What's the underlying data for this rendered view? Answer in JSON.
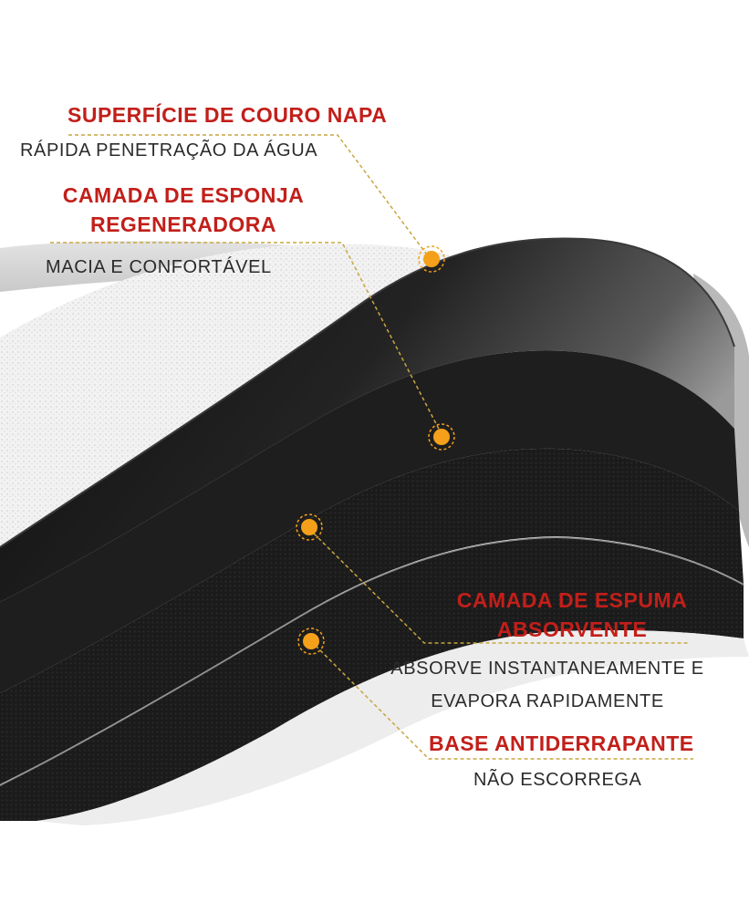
{
  "layers": [
    {
      "title_lines": [
        "SUPERFÍCIE DE COURO NAPA"
      ],
      "description_lines": [
        "RÁPIDA PENETRAÇÃO DA ÁGUA"
      ]
    },
    {
      "title_lines": [
        "CAMADA DE ESPONJA",
        "REGENERADORA"
      ],
      "description_lines": [
        "MACIA E CONFORTÁVEL"
      ]
    },
    {
      "title_lines": [
        "CAMADA DE ESPUMA",
        "ABSORVENTE"
      ],
      "description_lines": [
        "ABSORVE INSTANTANEAMENTE E",
        "EVAPORA RAPIDAMENTE"
      ]
    },
    {
      "title_lines": [
        "BASE ANTIDERRAPANTE"
      ],
      "description_lines": [
        "NÃO ESCORREGA"
      ]
    }
  ],
  "colors": {
    "title": "#c21f1a",
    "marker": "#f5a01a",
    "leader_line": "#c9a640"
  }
}
